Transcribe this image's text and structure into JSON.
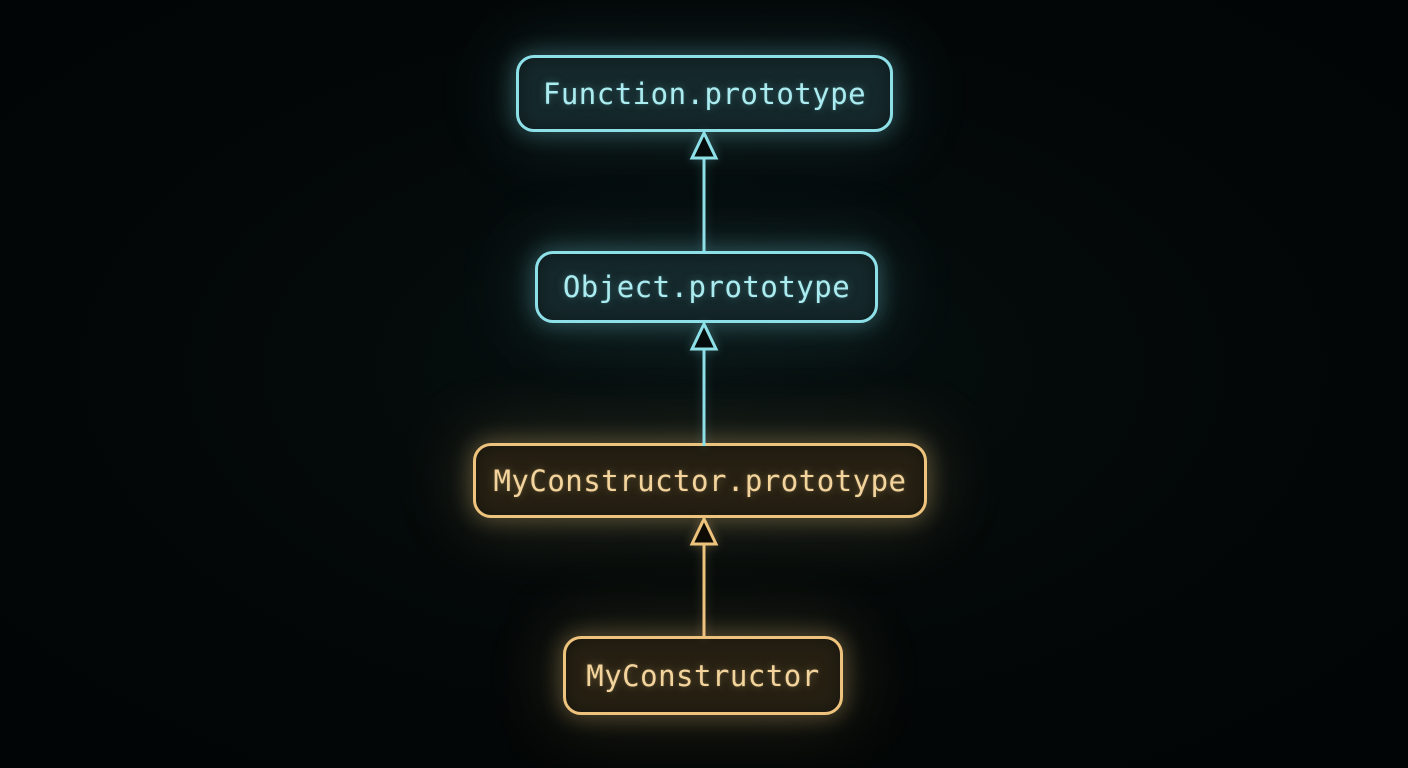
{
  "diagram": {
    "nodes": [
      {
        "id": "function-prototype",
        "label": "Function.prototype",
        "theme": "cyan"
      },
      {
        "id": "object-prototype",
        "label": "Object.prototype",
        "theme": "cyan"
      },
      {
        "id": "myconstructor-prototype",
        "label": "MyConstructor.prototype",
        "theme": "orange"
      },
      {
        "id": "myconstructor",
        "label": "MyConstructor",
        "theme": "orange"
      }
    ],
    "edges": [
      {
        "from": "object-prototype",
        "to": "function-prototype",
        "theme": "cyan",
        "arrowhead": "hollow-triangle-up"
      },
      {
        "from": "myconstructor-prototype",
        "to": "object-prototype",
        "theme": "cyan",
        "arrowhead": "hollow-triangle-up"
      },
      {
        "from": "myconstructor",
        "to": "myconstructor-prototype",
        "theme": "orange",
        "arrowhead": "hollow-triangle-up"
      }
    ],
    "colors": {
      "background": "#040808",
      "cyan_stroke": "#8ee0e8",
      "cyan_text": "#abecf0",
      "cyan_fill": "#15282b",
      "orange_stroke": "#edc37d",
      "orange_text": "#f3d49d",
      "orange_fill": "#262013"
    }
  }
}
